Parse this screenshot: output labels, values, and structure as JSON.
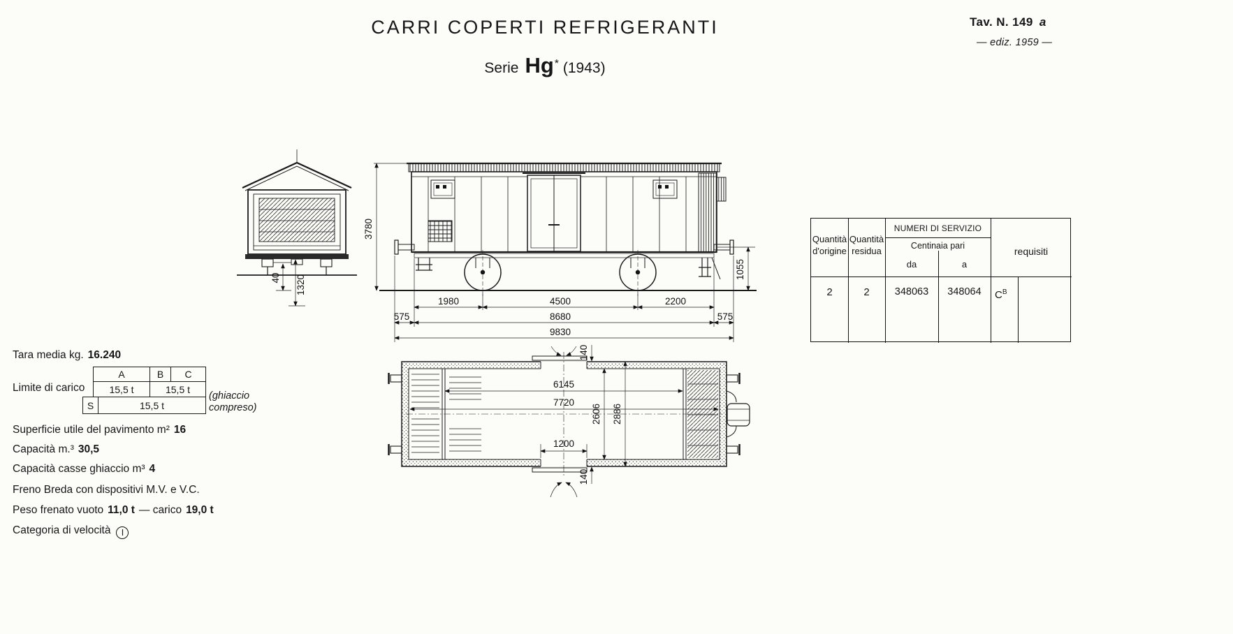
{
  "header": {
    "title": "CARRI COPERTI REFRIGERANTI",
    "serie_label": "Serie",
    "serie_name": "Hg",
    "serie_star": "*",
    "serie_year": "(1943)",
    "tav_main": "Tav. N. 149",
    "tav_suffix": "a",
    "ediz": "— ediz. 1959 —"
  },
  "specs": {
    "tara_label": "Tara media kg.",
    "tara_value": "16.240",
    "limite_label": "Limite di carico",
    "load_table": {
      "col_a": "A",
      "col_b": "B",
      "col_c": "C",
      "val_ab": "15,5 t",
      "val_c": "15,5 t",
      "s_label": "S",
      "s_value": "15,5 t",
      "note_line1": "(ghiaccio",
      "note_line2": "compreso)"
    },
    "superficie_label": "Superficie utile del pavimento m²",
    "superficie_value": "16",
    "capacita_label": "Capacità m.³",
    "capacita_value": "30,5",
    "casse_label": "Capacità casse ghiaccio m³",
    "casse_value": "4",
    "freno": "Freno Breda con dispositivi M.V. e V.C.",
    "peso_label1": "Peso frenato vuoto",
    "peso_value1": "11,0 t",
    "peso_sep": "— carico",
    "peso_value2": "19,0 t",
    "categoria_label": "Categoria di velocità",
    "categoria_value": "I"
  },
  "service_table": {
    "origine_line1": "Quantità",
    "origine_line2": "d'origine",
    "residua_line1": "Quantità",
    "residua_line2": "residua",
    "numeri_header": "NUMERI DI SERVIZIO",
    "centinaia": "Centinaia pari",
    "da": "da",
    "a": "a",
    "requisiti": "requisiti",
    "row": {
      "origine": "2",
      "residua": "2",
      "numero_da": "348063",
      "numero_a": "348064",
      "requisito": "C",
      "requisito_sup": "B"
    }
  },
  "dims": {
    "end_view": {
      "d40": "40",
      "d1320": "1320"
    },
    "side_view": {
      "height_total": "3780",
      "buffer_height": "1055",
      "seg_left": "1980",
      "wheelbase": "4500",
      "seg_right": "2200",
      "overhang_left": "575",
      "frame_length": "8680",
      "overhang_right": "575",
      "total_length": "9830"
    },
    "plan_view": {
      "inner_length": "6145",
      "floor_length": "7720",
      "door_width": "1200",
      "inner_width": "2606",
      "outer_width": "2886",
      "wall_top": "140",
      "wall_bottom": "140"
    }
  }
}
